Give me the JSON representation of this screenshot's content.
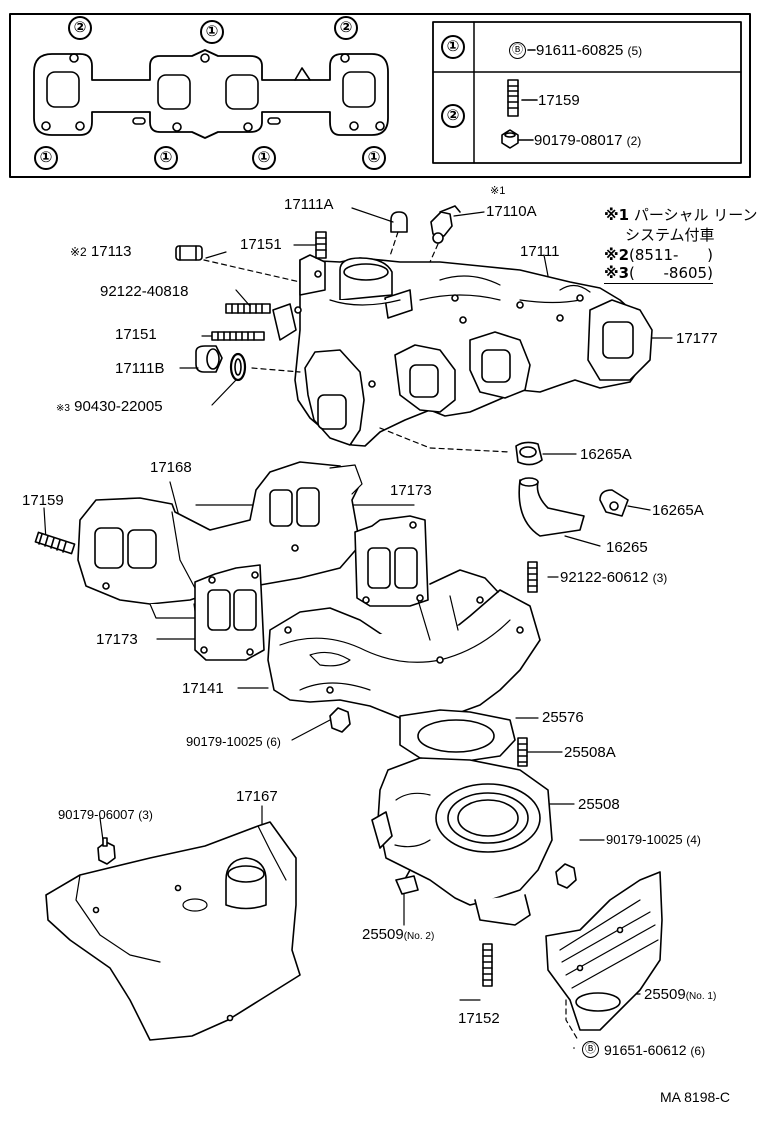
{
  "gasket_marks": {
    "top_left": "②",
    "top_mid": "①",
    "top_right": "②",
    "b1": "①",
    "b2": "①",
    "b3": "①",
    "b4": "①"
  },
  "legend": {
    "row1_mark": "①",
    "row1_b": "Ⓑ",
    "row1_part": "91611-60825",
    "row1_qty": "(5)",
    "row2_mark": "②",
    "row2_part_a": "17159",
    "row2_part_b": "90179-08017",
    "row2_qty_b": "(2)"
  },
  "notes": {
    "n1_mark": "※1",
    "n1_line1": "パーシャル リーン",
    "n1_line2": "システム付車",
    "n2_mark": "※2",
    "n2_text": "(8511-      )",
    "n3_mark": "※3",
    "n3_text": "(      -8605)"
  },
  "labels": {
    "p17111A": "17111A",
    "p17110A_star": "※1",
    "p17110A": "17110A",
    "p17113_star": "※2",
    "p17113": "17113",
    "p17151a": "17151",
    "p17111": "17111",
    "p92122_40818": "92122-40818",
    "p17151b": "17151",
    "p17177": "17177",
    "p17111B": "17111B",
    "p90430_star": "※3",
    "p90430": "90430-22005",
    "p16265A_1": "16265A",
    "p17168": "17168",
    "p17173a": "17173",
    "p17159": "17159",
    "p16265A_2": "16265A",
    "p16265": "16265",
    "p92122_60612": "92122-60612",
    "p92122_60612_qty": "(3)",
    "p17173b": "17173",
    "p17141": "17141",
    "p25576": "25576",
    "p90179_10025a": "90179-10025",
    "p90179_10025a_qty": "(6)",
    "p25508A": "25508A",
    "p17167": "17167",
    "p90179_06007": "90179-06007",
    "p90179_06007_qty": "(3)",
    "p25508": "25508",
    "p90179_10025b": "90179-10025",
    "p90179_10025b_qty": "(4)",
    "p25509_2": "25509",
    "p25509_2_sub": "(No. 2)",
    "p25509_1": "25509",
    "p25509_1_sub": "(No. 1)",
    "p17152": "17152",
    "p91651_b": "Ⓑ",
    "p91651": "91651-60612",
    "p91651_qty": "(6)"
  },
  "ref_code": "MA 8198-C"
}
